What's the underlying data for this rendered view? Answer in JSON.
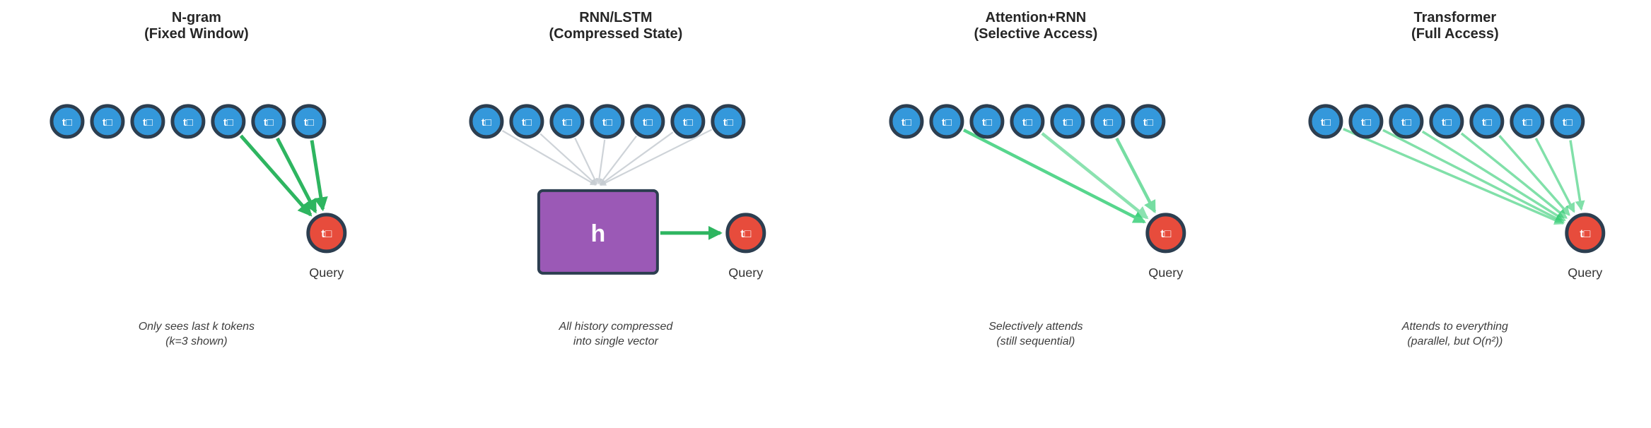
{
  "diagram": {
    "token_count": 7,
    "token_label": "t□",
    "query_label": "t□",
    "query_caption": "Query",
    "colors": {
      "token_fill": "#3498db",
      "node_border": "#2c3e50",
      "query_fill": "#e74c3c",
      "hidden_fill": "#9b59b6",
      "arrow_strong": "#2eb560",
      "arrow_light": "#2ecc71",
      "line_gray": "#c6ccd2",
      "title_text": "#262626",
      "caption_text": "#3d3d3d",
      "label_text": "#333333"
    },
    "panels": [
      {
        "key": "ngram",
        "title": [
          "N-gram",
          "(Fixed Window)"
        ],
        "caption": [
          "Only sees last k tokens",
          "(k=3 shown)"
        ],
        "arrow_sources": [
          4,
          5,
          6
        ],
        "arrow_opacities": [
          1,
          1,
          1
        ],
        "arrow_width": 5
      },
      {
        "key": "rnn-lstm",
        "title": [
          "RNN/LSTM",
          "(Compressed State)"
        ],
        "caption": [
          "All history compressed",
          "into single vector"
        ],
        "hidden_label": "h",
        "arrow_width": 5
      },
      {
        "key": "attention-rnn",
        "title": [
          "Attention+RNN",
          "(Selective Access)"
        ],
        "caption": [
          "Selectively attends",
          "(still sequential)"
        ],
        "arrow_sources": [
          1,
          3,
          5
        ],
        "arrow_opacities": [
          0.8,
          0.55,
          0.65
        ],
        "arrow_width": 4.5
      },
      {
        "key": "transformer",
        "title": [
          "Transformer",
          "(Full Access)"
        ],
        "caption": [
          "Attends to everything",
          "(parallel, but O(n²))"
        ],
        "arrow_sources": [
          0,
          1,
          2,
          3,
          4,
          5,
          6
        ],
        "arrow_opacities": [
          0.6,
          0.6,
          0.6,
          0.6,
          0.6,
          0.6,
          0.6
        ],
        "arrow_width": 3.5
      }
    ]
  }
}
